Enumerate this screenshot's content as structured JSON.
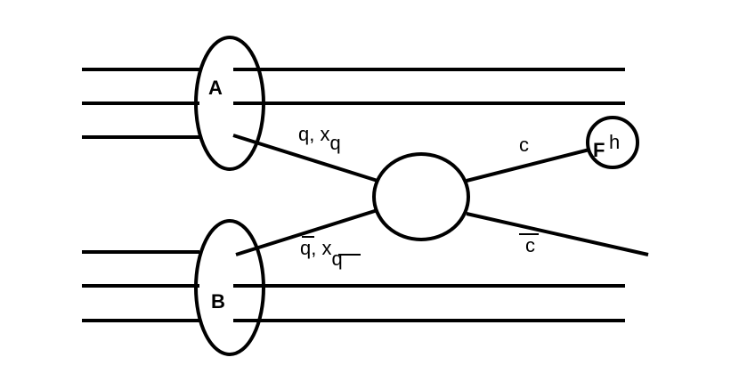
{
  "diagram": {
    "hadron_a": "A",
    "hadron_b": "B",
    "parton_a": {
      "symbol": "q",
      "momentum_prefix": ", x",
      "momentum_sub": "q"
    },
    "parton_b": {
      "symbol": "q",
      "momentum_prefix": ", x",
      "momentum_sub": "q"
    },
    "quark_out": "c",
    "antiquark_out": "c",
    "fragmentation": "F",
    "hadron_out": "h"
  }
}
